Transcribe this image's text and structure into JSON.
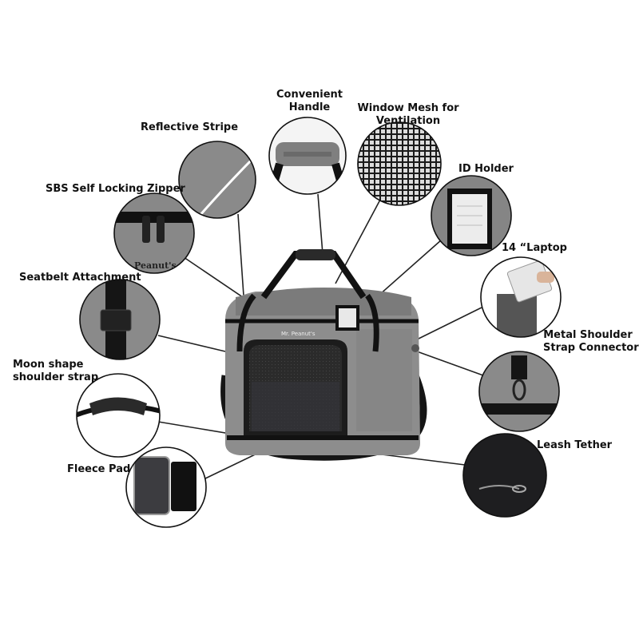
{
  "labels": {
    "convenient_handle": [
      "Convenient",
      "Handle"
    ],
    "window_mesh": [
      "Window Mesh for",
      "Ventilation"
    ],
    "reflective_stripe": "Reflective Stripe",
    "id_holder": "ID Holder",
    "sbs_zipper": "SBS Self Locking Zipper",
    "laptop": "14 “Laptop",
    "seatbelt": "Seatbelt Attachment",
    "metal_connector": [
      "Metal Shoulder",
      "Strap Connector"
    ],
    "moon_strap": [
      "Moon shape",
      "shoulder strap"
    ],
    "leash_tether": "Leash Tether",
    "fleece_pad": "Fleece Pad"
  },
  "product": {
    "brand_tag": "Mr. Peanut's",
    "zipper_brand": "Peanut's"
  },
  "colors": {
    "bag_gray": "#8a8a8a",
    "trim_black": "#141414",
    "mesh_dark": "#2a2a2a",
    "fleece_dark": "#3c3c40",
    "leader_line": "#222222"
  }
}
